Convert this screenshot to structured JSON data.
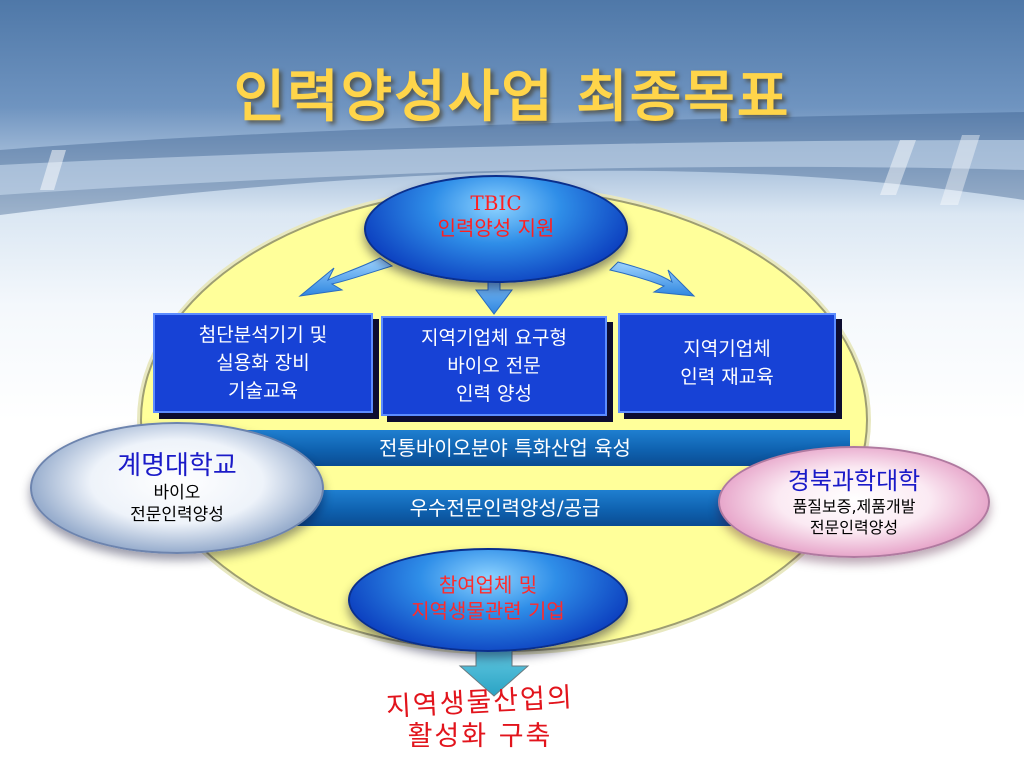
{
  "title": "인력양성사업  최종목표",
  "hub": {
    "line1": "TBIC",
    "line2": "인력양성 지원"
  },
  "boxes": [
    {
      "line1": "첨단분석기기 및",
      "line2": "실용화 장비",
      "line3": "기술교육"
    },
    {
      "line1": "지역기업체 요구형",
      "line2": "바이오 전문",
      "line3": "인력 양성"
    },
    {
      "line1": "지역기업체",
      "line2": "인력 재교육"
    }
  ],
  "bands": [
    "전통바이오분야 특화산업 육성",
    "우수전문인력양성/공급"
  ],
  "left_partner": {
    "name": "계명대학교",
    "line1": "바이오",
    "line2": "전문인력양성"
  },
  "right_partner": {
    "name": "경북과학대학",
    "line1": "품질보증,제품개발",
    "line2": "전문인력양성"
  },
  "bottom_hub": {
    "line1": "참여업체 및",
    "line2": "지역생물관련 기업"
  },
  "result": {
    "line1": "지역생물산업의",
    "line2": "활성화 구축"
  },
  "colors": {
    "title": "#ffd54a",
    "box": "#1742d6",
    "band": "#0f62b0",
    "circle": "#ffff9a",
    "red_text": "#e2141c"
  }
}
